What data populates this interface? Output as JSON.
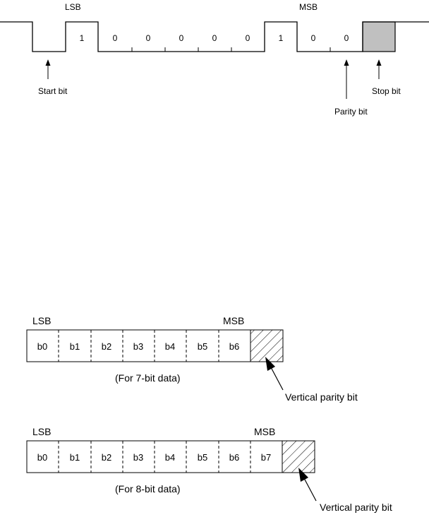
{
  "waveform": {
    "lsb_label": "LSB",
    "msb_label": "MSB",
    "bits": [
      "1",
      "0",
      "0",
      "0",
      "0",
      "0",
      "1",
      "0",
      "0"
    ],
    "start_bit_label": "Start bit",
    "parity_bit_label": "Parity bit",
    "stop_bit_label": "Stop bit",
    "stop_bit_fill": "#c0c0c0"
  },
  "frame_7bit": {
    "lsb_label": "LSB",
    "msb_label": "MSB",
    "cells": [
      "b0",
      "b1",
      "b2",
      "b3",
      "b4",
      "b5",
      "b6"
    ],
    "caption": "(For 7-bit data)",
    "parity_label": "Vertical parity bit"
  },
  "frame_8bit": {
    "lsb_label": "LSB",
    "msb_label": "MSB",
    "cells": [
      "b0",
      "b1",
      "b2",
      "b3",
      "b4",
      "b5",
      "b6",
      "b7"
    ],
    "caption": "(For 8-bit data)",
    "parity_label": "Vertical parity bit"
  }
}
